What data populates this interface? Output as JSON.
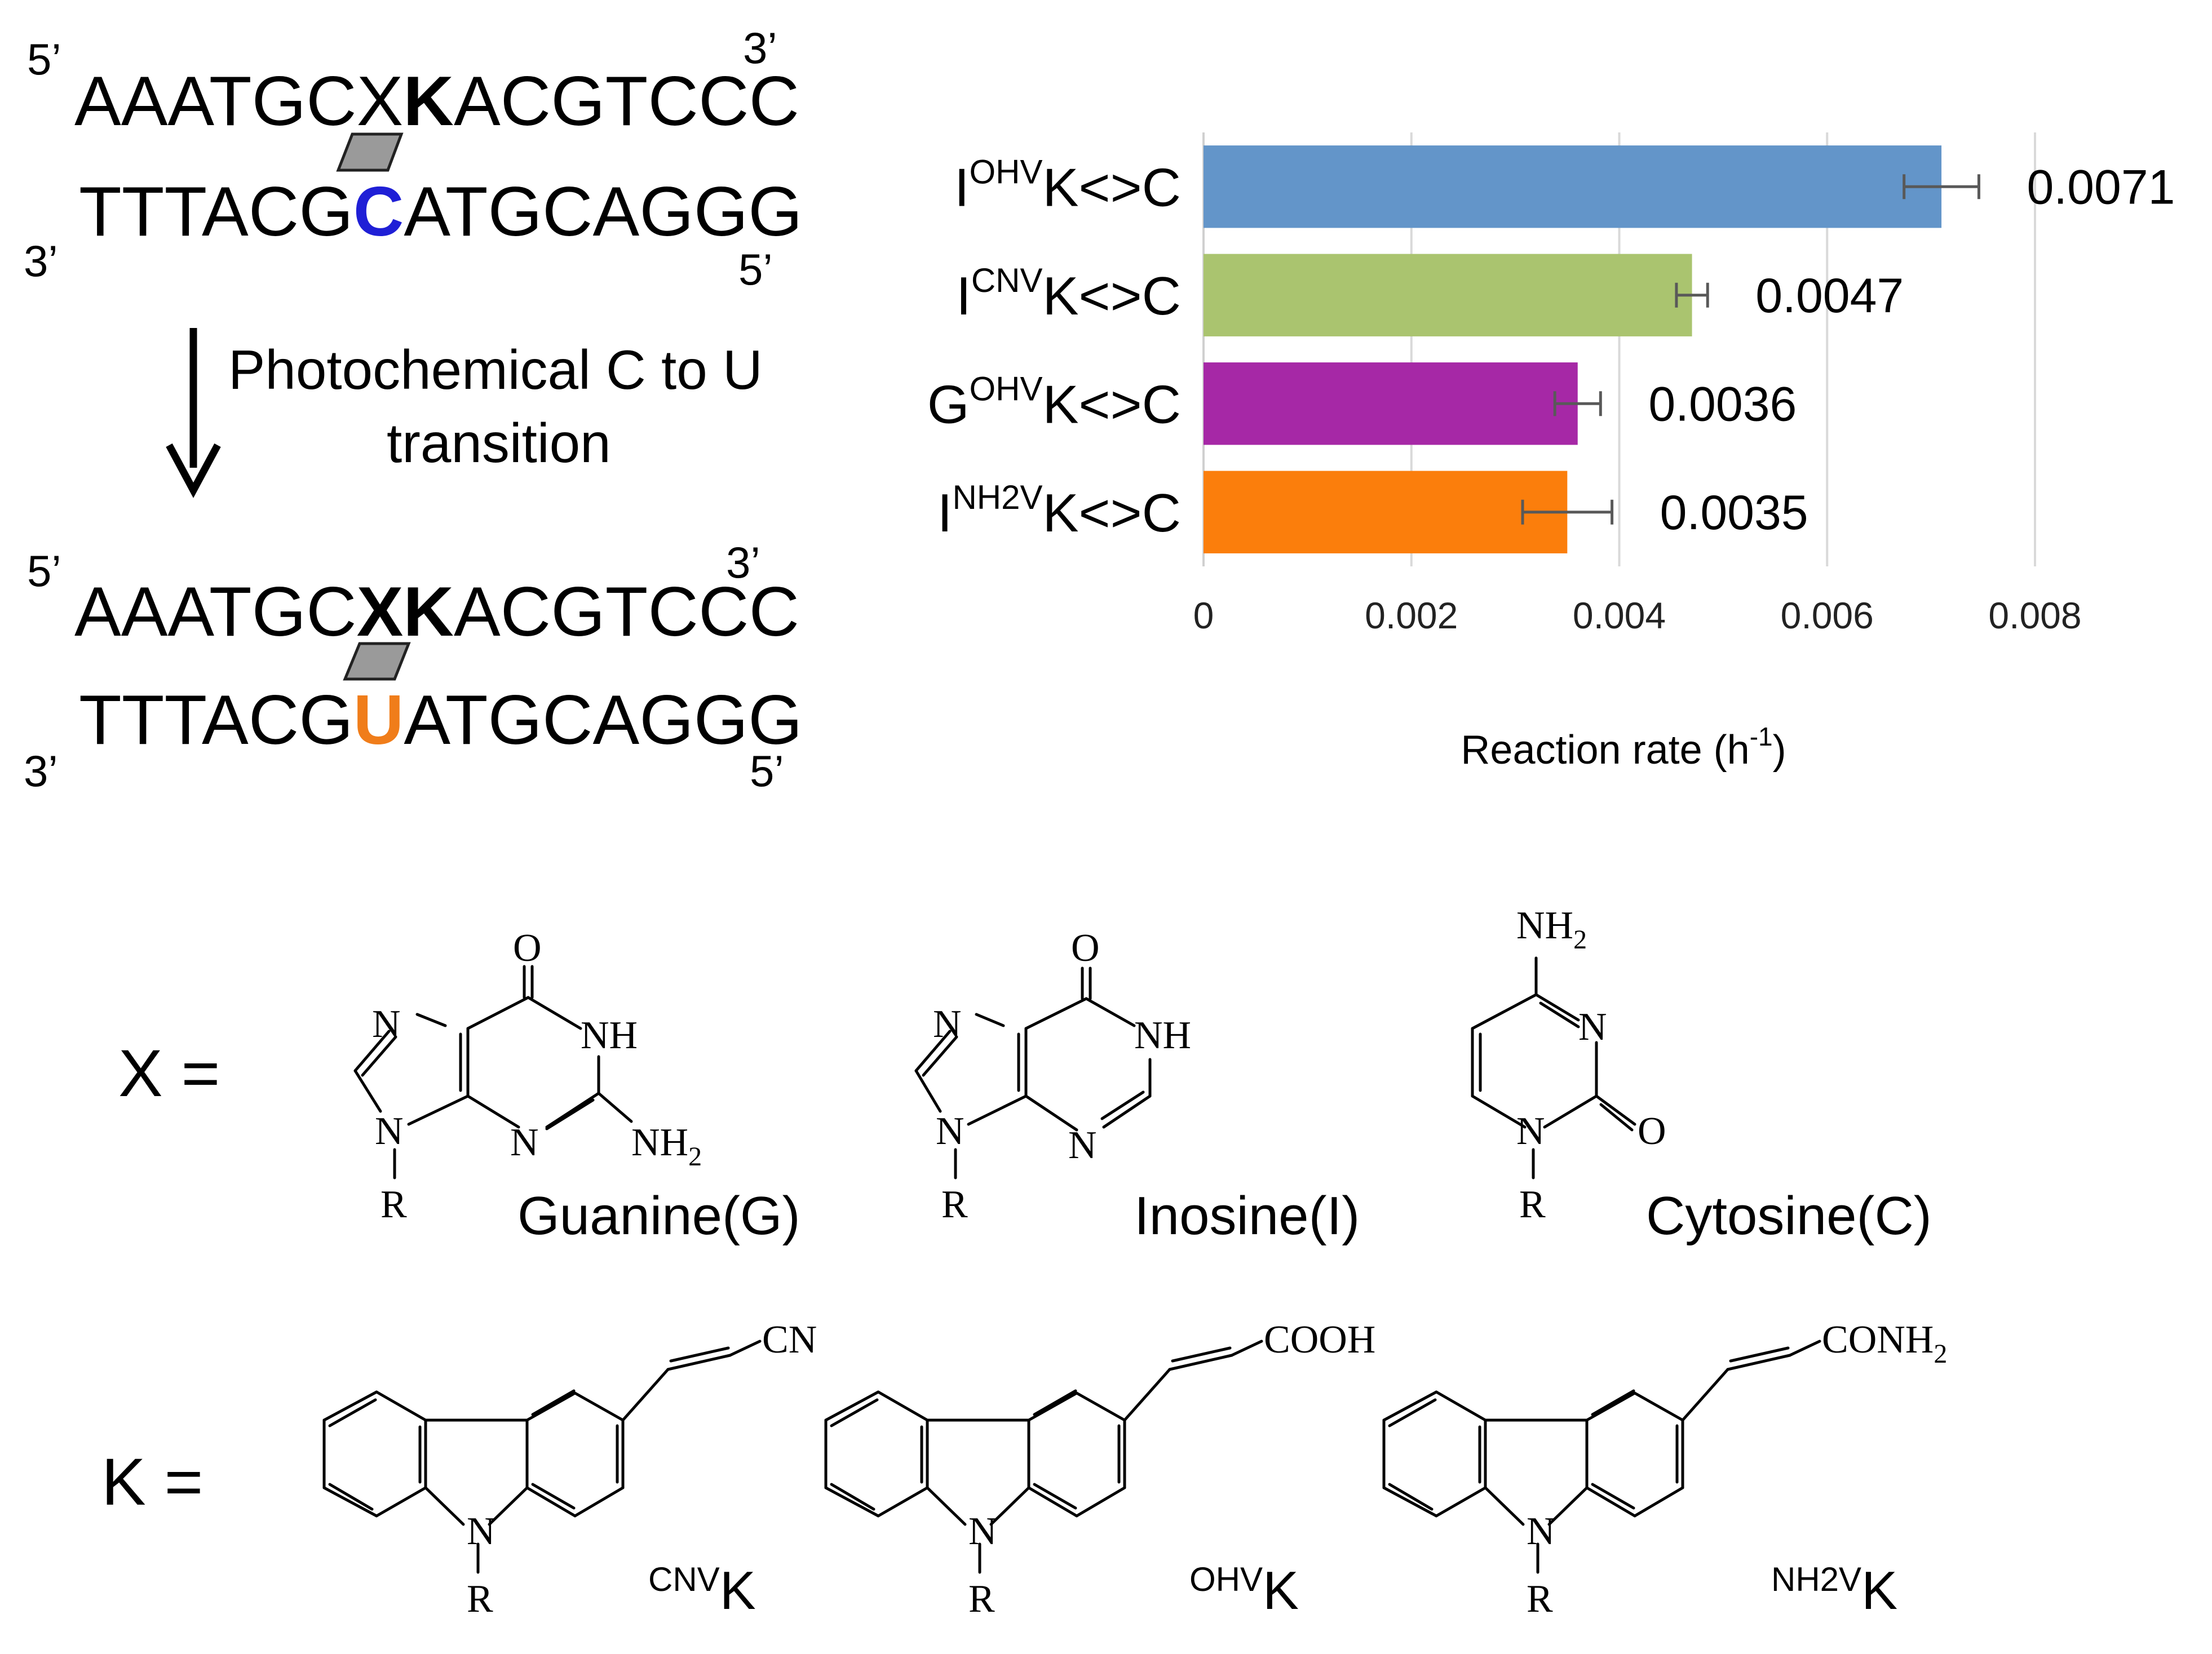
{
  "top_left_scheme": {
    "top_duplex": {
      "five_prime": "5’",
      "three_prime": "3’",
      "upper_pre": "AAATGCX",
      "upper_bold": "K",
      "upper_post": "ACGTCCC",
      "lower_pre": "TTTACG",
      "lower_mark": "C",
      "lower_post": "ATGCAGGG",
      "lower_three": "3’",
      "lower_five": "5’"
    },
    "arrow_label_line1": "Photochemical C to U",
    "arrow_label_line2": "transition",
    "bottom_duplex": {
      "five_prime": "5’",
      "three_prime": "3’",
      "upper_pre": "AAATGC",
      "upper_bold": "XK",
      "upper_post": "ACGTCCC",
      "lower_pre": "TTTACG",
      "lower_mark": "U",
      "lower_post": "ATGCAGGG",
      "lower_three": "3’",
      "lower_five": "5’"
    },
    "colors": {
      "c_mark": "#1f1fd6",
      "u_mark": "#f07d1a"
    }
  },
  "chart_data": {
    "type": "bar",
    "orientation": "horizontal",
    "categories": [
      {
        "base": "I",
        "sup": "OHV",
        "rest": "K<>C"
      },
      {
        "base": "I",
        "sup": "CNV",
        "rest": "K<>C"
      },
      {
        "base": "G",
        "sup": "OHV",
        "rest": "K<>C"
      },
      {
        "base": "I",
        "sup": "NH2V",
        "rest": "K<>C"
      }
    ],
    "values": [
      0.0071,
      0.0047,
      0.0036,
      0.0035
    ],
    "value_labels": [
      "0.0071",
      "0.0047",
      "0.0036",
      "0.0035"
    ],
    "errors": [
      0.00036,
      0.00015,
      0.00022,
      0.00043
    ],
    "colors": [
      "#6395c9",
      "#aac46f",
      "#a628a6",
      "#fb7e0c"
    ],
    "xlim": [
      0,
      0.008
    ],
    "xticks": [
      0,
      0.002,
      0.004,
      0.006,
      0.008
    ],
    "xtick_labels": [
      "0",
      "0.002",
      "0.004",
      "0.006",
      "0.008"
    ],
    "xlabel": "Reaction rate (h",
    "xlabel_sup": "-1",
    "xlabel_end": ")",
    "grid": true
  },
  "structures": {
    "x_label": "X =",
    "k_label": "K =",
    "guanine": {
      "name": "Guanine(G)",
      "atoms": [
        "O",
        "N",
        "NH",
        "N",
        "N",
        "NH",
        "2",
        "R"
      ]
    },
    "inosine": {
      "name": "Inosine(I)",
      "atoms": [
        "O",
        "N",
        "NH",
        "N",
        "N",
        "R"
      ]
    },
    "cytosine": {
      "name": "Cytosine(C)",
      "atoms": [
        "NH",
        "2",
        "N",
        "N",
        "O",
        "R"
      ]
    },
    "cnvk": {
      "sup": "CNV",
      "base": "K",
      "substituent": "CN",
      "atoms": [
        "N",
        "R"
      ]
    },
    "ohvk": {
      "sup": "OHV",
      "base": "K",
      "substituent": "COOH",
      "atoms": [
        "N",
        "R"
      ]
    },
    "nh2vk": {
      "sup": "NH2V",
      "base": "K",
      "substituent": "CONH",
      "substituent_sub": "2",
      "atoms": [
        "N",
        "R"
      ]
    }
  }
}
